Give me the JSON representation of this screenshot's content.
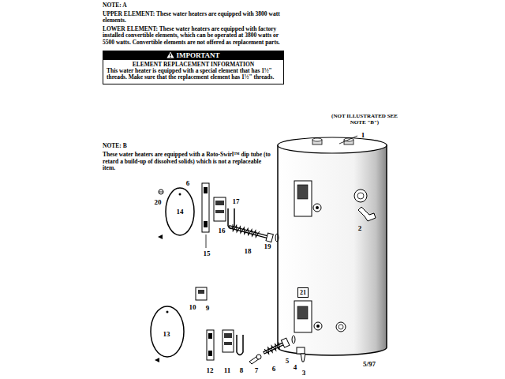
{
  "diagram": {
    "nodes": [
      {
        "text": [
          "IMPORTANT",
          "ELEMENT REPLACEMENT INFORMATION",
          "This water heater is equipped with a special element that has 1½\" threads. Make sure that the replacement element has 1½\" threads."
        ]
      },
      {
        "text": [
          "21"
        ]
      }
    ],
    "labels": [
      "NOTE: A",
      "UPPER ELEMENT: These water heaters are equipped with 3800 watt elements.",
      "LOWER ELEMENT: These water heaters are equipped with factory installed convertible elements, which can be operated at 3800 watts or 5500 watts. Convertible elements are not offered as replacement parts.",
      "(NOT ILLUSTRATED SEE NOTE \"B\")",
      "1",
      "NOTE: B",
      "These water heaters are equipped with a Roto-Swirl™ dip tube (to retard a build-up of dissolved solids) which is not a replaceable item.",
      "6",
      "20",
      "14",
      "15",
      "16",
      "17",
      "18",
      "19",
      "2",
      "10",
      "9",
      "13",
      "12",
      "11",
      "8",
      "7",
      "6",
      "5",
      "4",
      "3",
      "5/97"
    ]
  }
}
